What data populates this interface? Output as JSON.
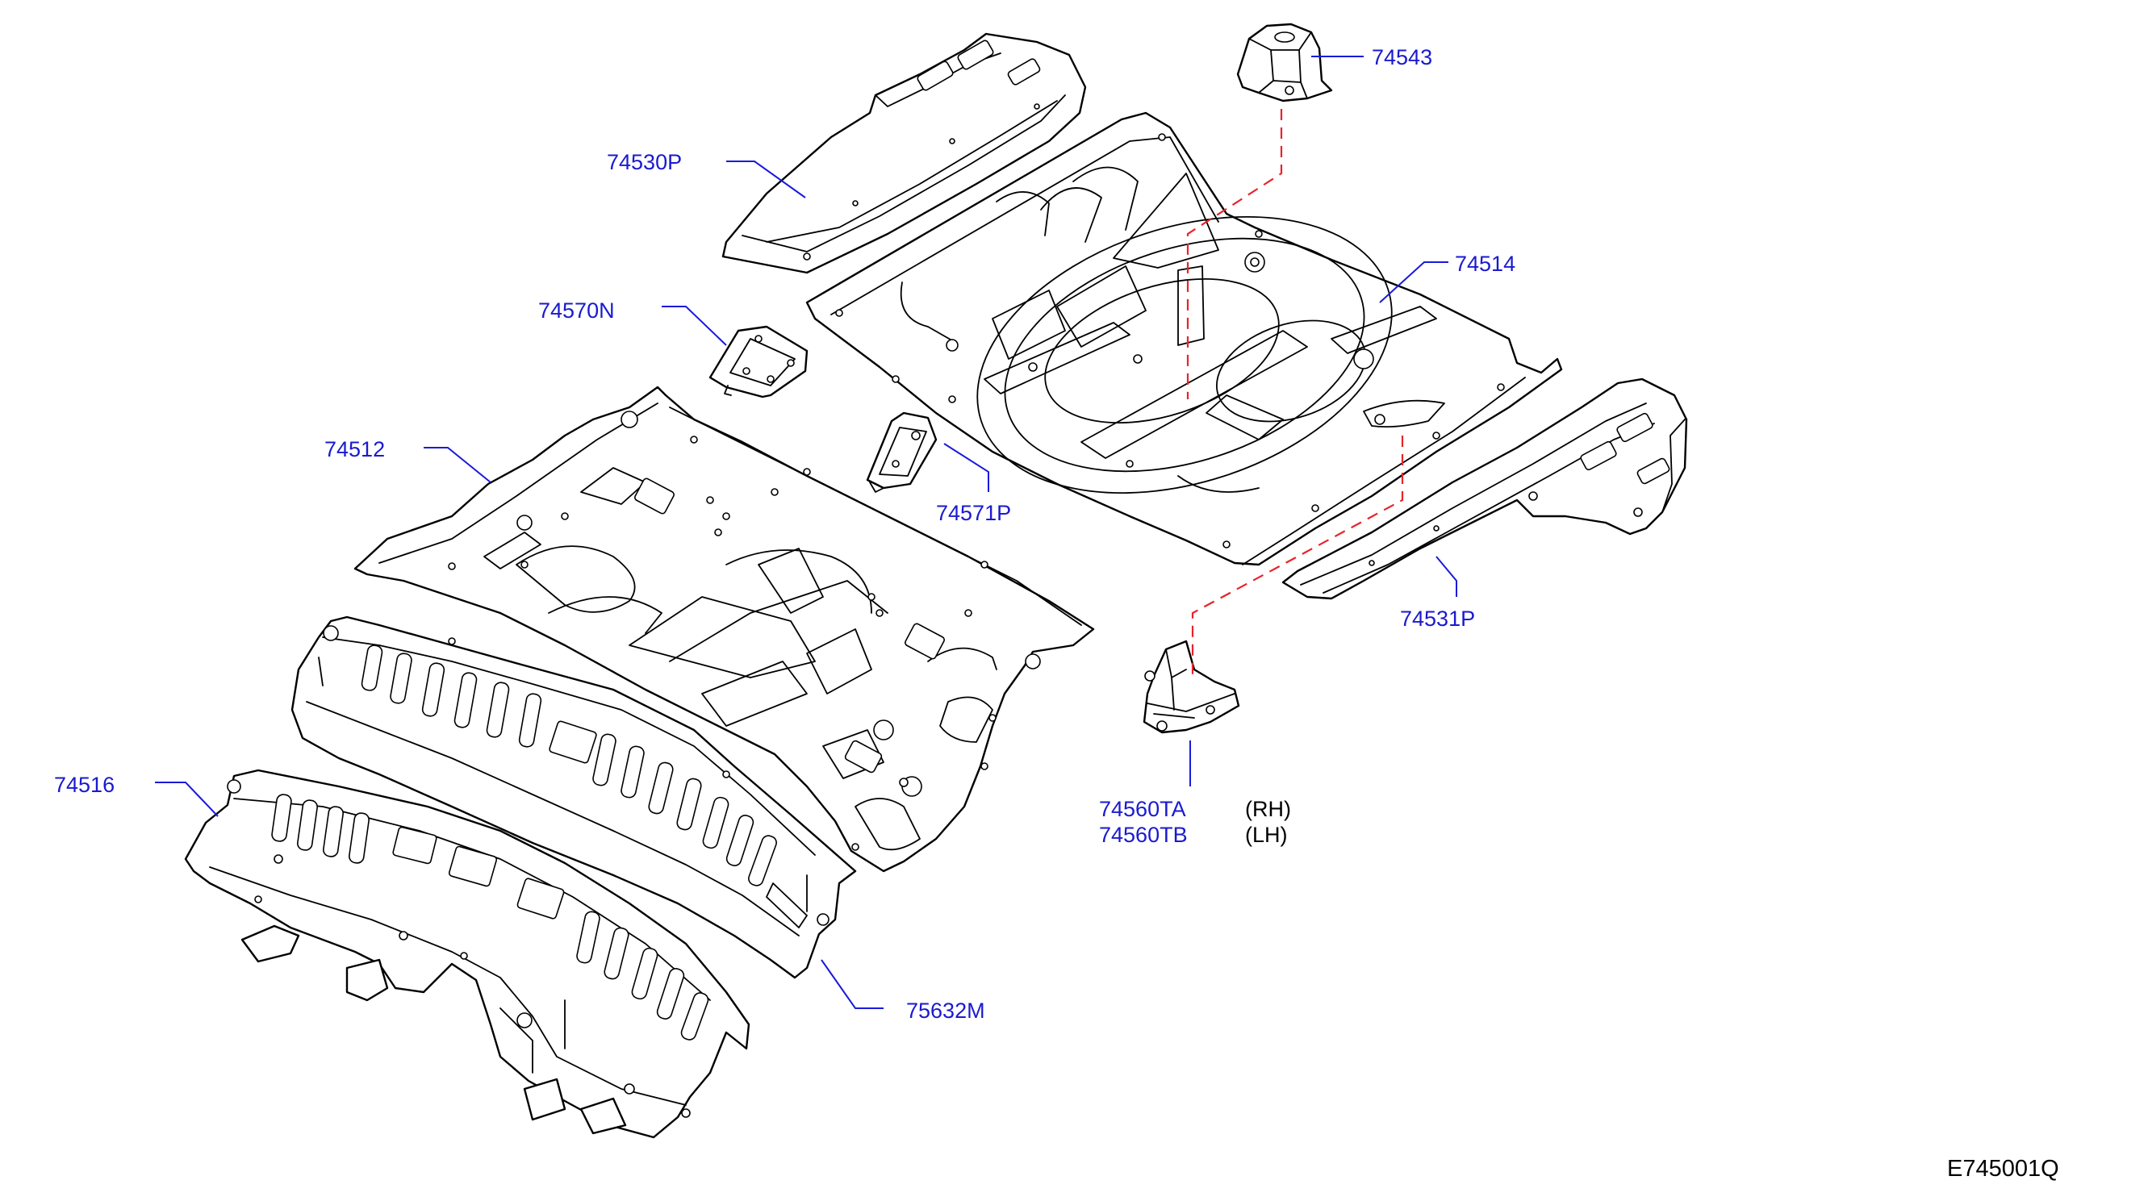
{
  "colors": {
    "part_code": "#1a1ad0",
    "leader_line": "#1a1adc",
    "hidden_line": "#e8232a",
    "outline": "#000000",
    "background": "#ffffff"
  },
  "callouts": {
    "p74543": "74543",
    "p74530P": "74530P",
    "p74514": "74514",
    "p74570N": "74570N",
    "p74512": "74512",
    "p74571P": "74571P",
    "p74531P": "74531P",
    "p74560TA": "74560TA",
    "p74560TA_side": "(RH)",
    "p74560TB": "74560TB",
    "p74560TB_side": "(LH)",
    "p74516": "74516",
    "p75632M": "75632M"
  },
  "diagram_id": "E745001Q"
}
